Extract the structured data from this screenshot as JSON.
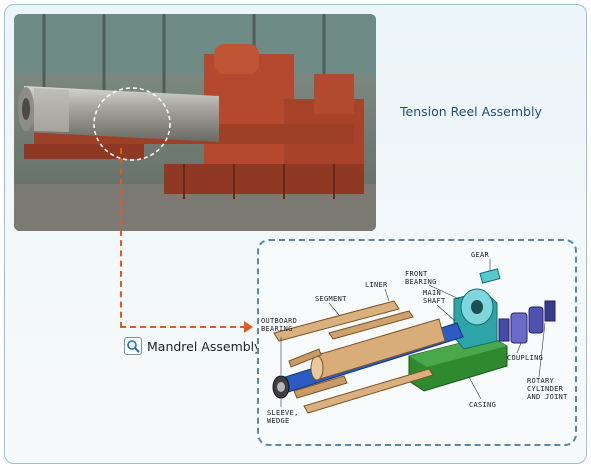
{
  "caption": "Tension Reel Assembly",
  "callout": {
    "label": "Mandrel Assembly",
    "icon": "magnifier-icon"
  },
  "diagram": {
    "labels": {
      "gear": "GEAR",
      "front_bearing_1": "FRONT",
      "front_bearing_2": "BEARING",
      "main_shaft_1": "MAIN",
      "main_shaft_2": "SHAFT",
      "liner": "LINER",
      "segment": "SEGMENT",
      "outboard_bearing_1": "OUTBOARD",
      "outboard_bearing_2": "BEARING",
      "coupling": "COUPLING",
      "rotary_1": "ROTARY",
      "rotary_2": "CYLINDER",
      "rotary_3": "AND JOINT",
      "casing": "CASING",
      "sleeve_1": "SLEEVE,",
      "sleeve_2": "WEDGE"
    }
  },
  "colors": {
    "accent_dash": "#e35a1e",
    "caption_text": "#1f4e7a",
    "frame_dash": "#5c86a3"
  }
}
